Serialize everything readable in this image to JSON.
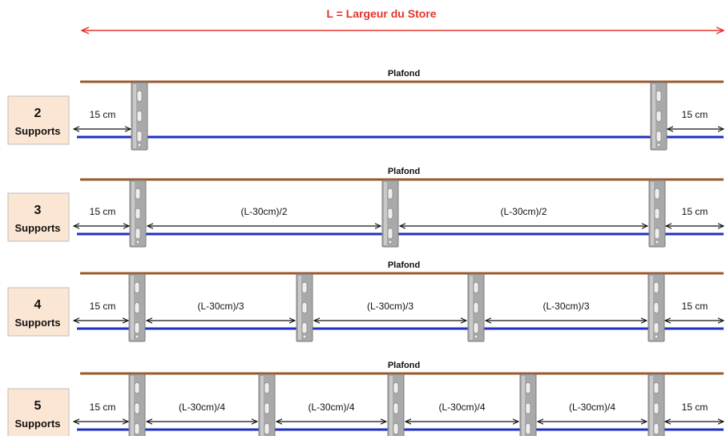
{
  "header": {
    "width_label": "L = Largeur du Store",
    "width_label_color": "#e5332a"
  },
  "colors": {
    "ceiling": "#9c5a2c",
    "rail": "#1f2fc4",
    "label_box_fill": "#fbe6d4",
    "label_box_border": "#bdbdbd",
    "arrow": "#111111",
    "bracket_fill": "#a9a9a9",
    "bracket_hole": "#eeeeee"
  },
  "rows": [
    {
      "count": "2",
      "count_label": "Supports",
      "ceiling_label": "Plafond",
      "edge_left": "15 cm",
      "edge_right": "15 cm",
      "gaps": []
    },
    {
      "count": "3",
      "count_label": "Supports",
      "ceiling_label": "Plafond",
      "edge_left": "15 cm",
      "edge_right": "15 cm",
      "gaps": [
        "(L-30cm)/2",
        "(L-30cm)/2"
      ]
    },
    {
      "count": "4",
      "count_label": "Supports",
      "ceiling_label": "Plafond",
      "edge_left": "15 cm",
      "edge_right": "15 cm",
      "gaps": [
        "(L-30cm)/3",
        "(L-30cm)/3",
        "(L-30cm)/3"
      ]
    },
    {
      "count": "5",
      "count_label": "Supports",
      "ceiling_label": "Plafond",
      "edge_left": "15 cm",
      "edge_right": "15 cm",
      "gaps": [
        "(L-30cm)/4",
        "(L-30cm)/4",
        "(L-30cm)/4",
        "(L-30cm)/4"
      ]
    }
  ]
}
